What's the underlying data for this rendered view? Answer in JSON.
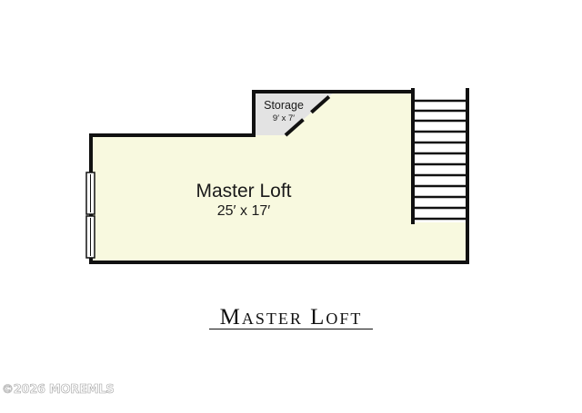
{
  "floor_plan": {
    "title": "Master Loft",
    "rooms": [
      {
        "name": "Master Loft",
        "dimensions": "25′ x 17′",
        "fill": "#f8f9df"
      },
      {
        "name": "Storage",
        "dimensions": "9′ x 7′",
        "fill": "#e3e3e3"
      }
    ],
    "wall_color": "#111111",
    "stair_fill": "#ffffff"
  },
  "watermark": {
    "text": "©2026 MOREMLS"
  }
}
